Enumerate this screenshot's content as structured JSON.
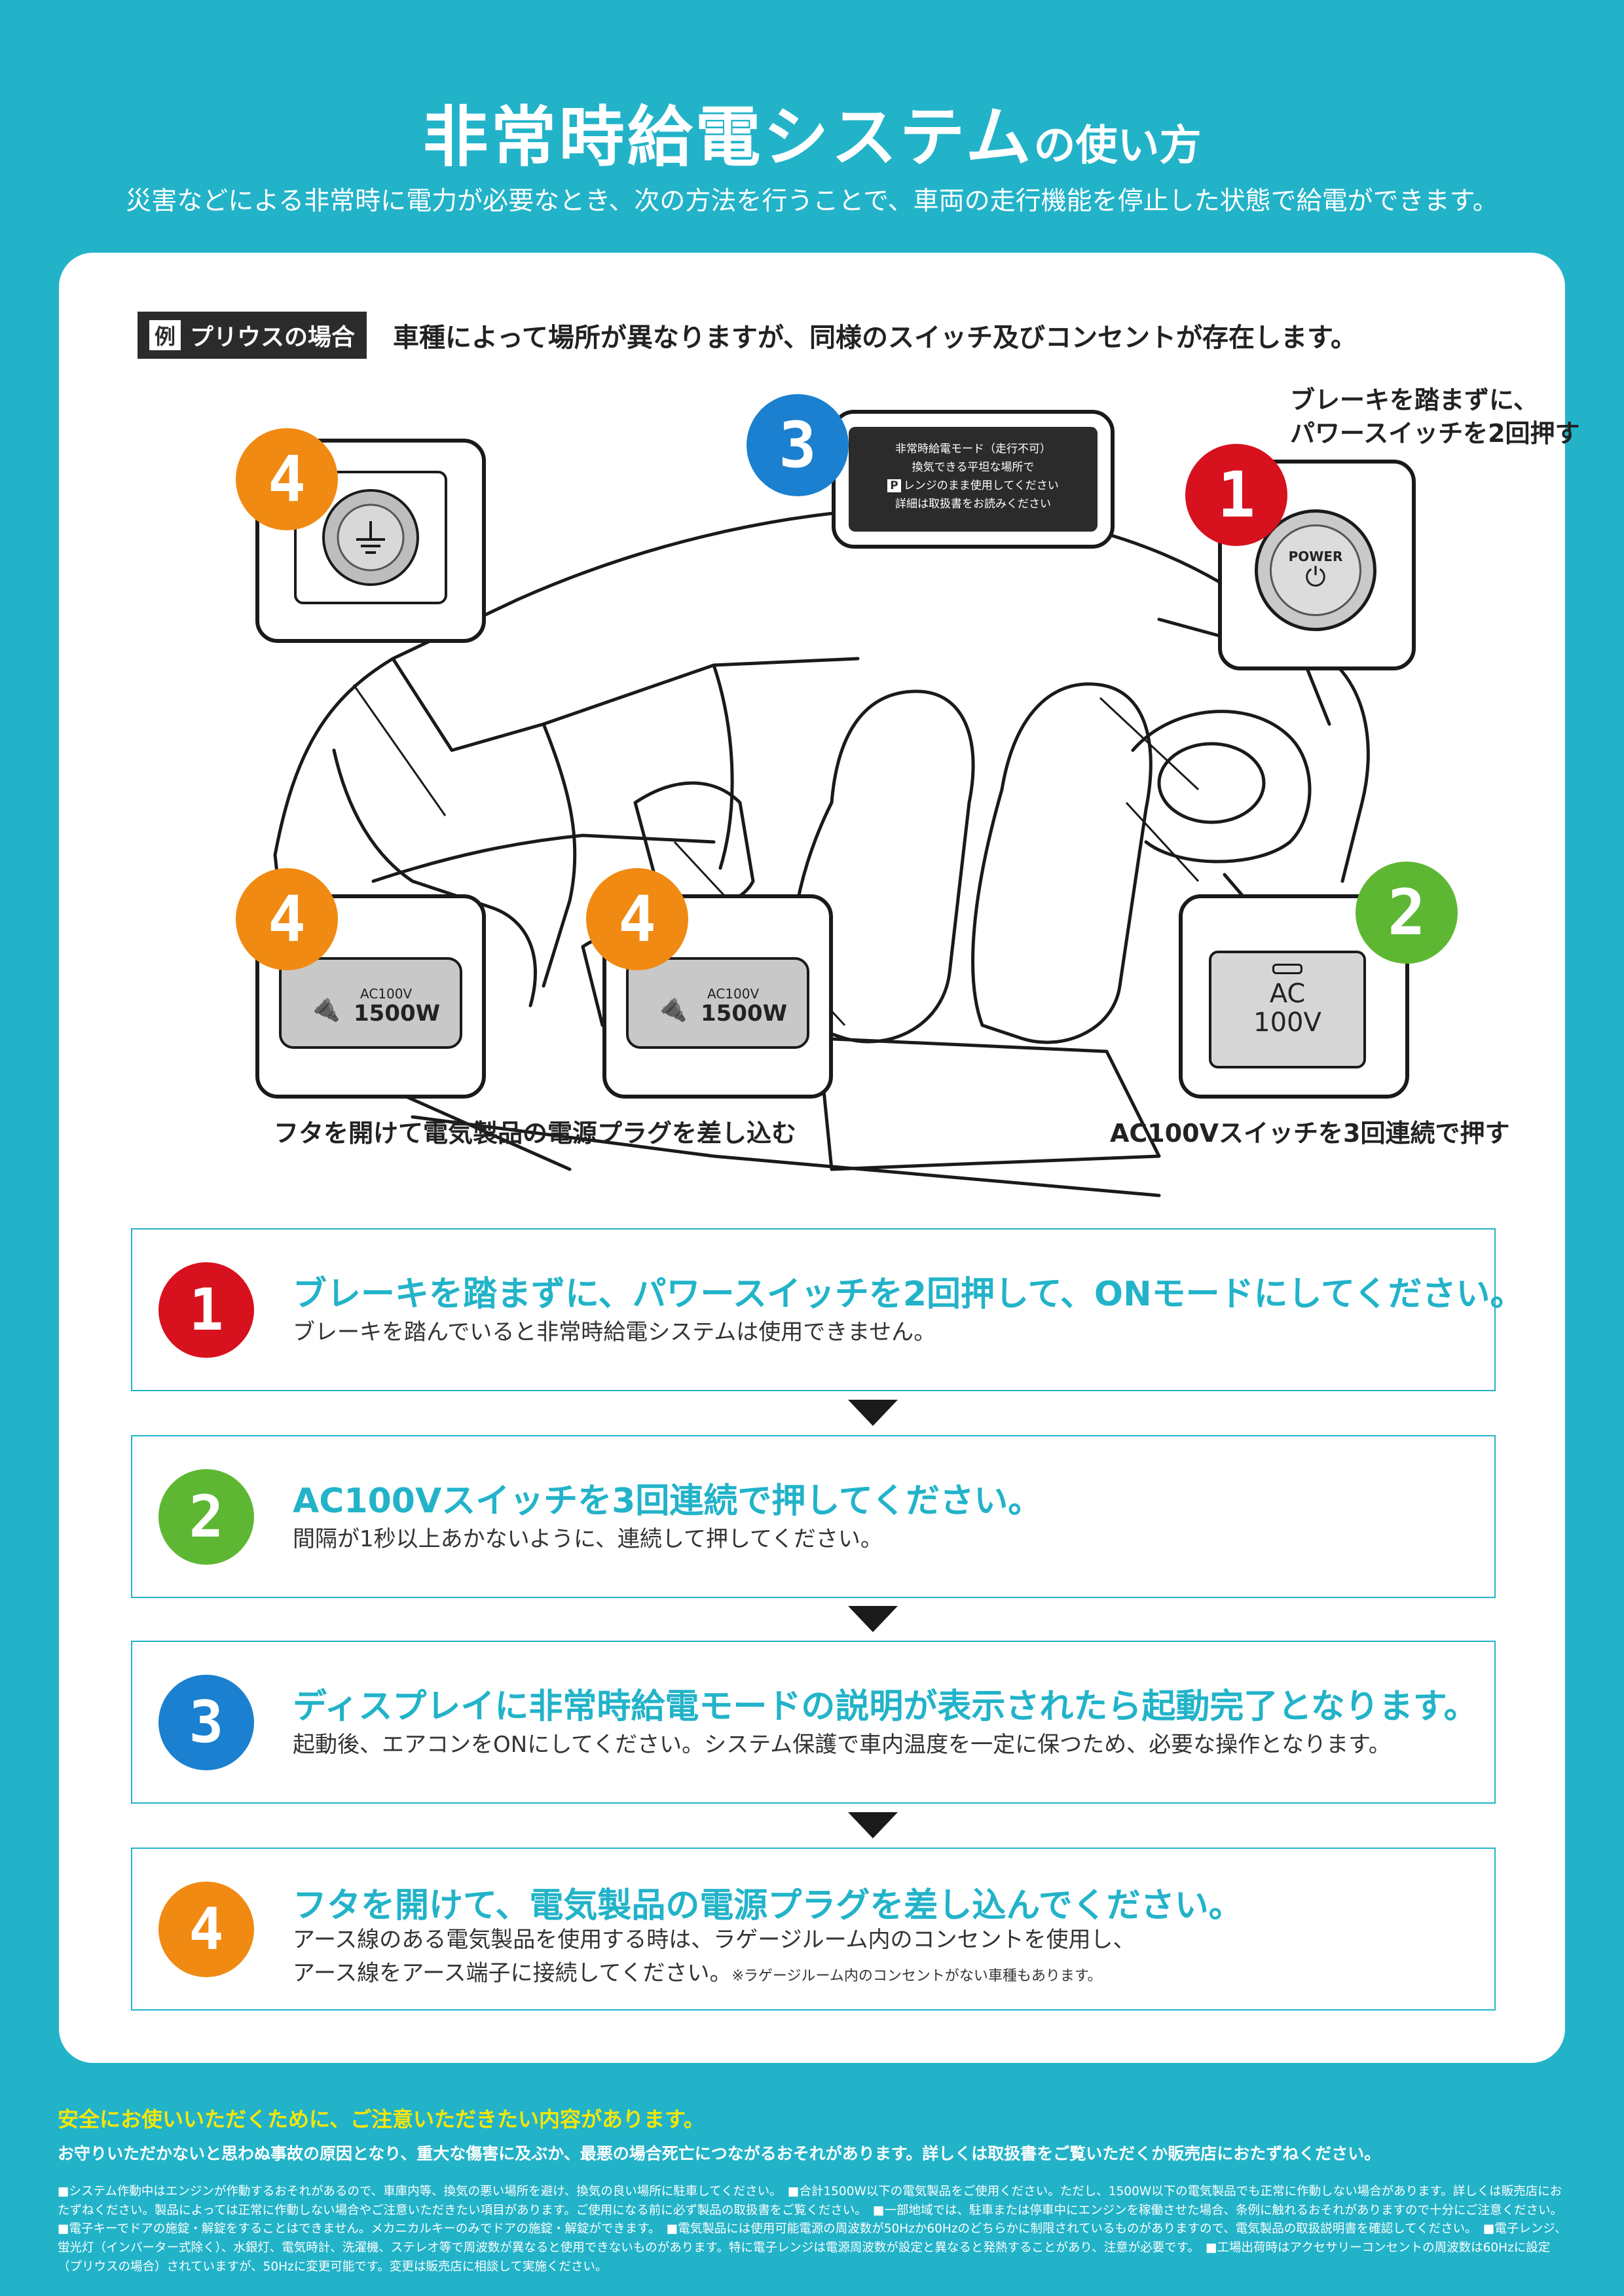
{
  "header": {
    "title_main": "非常時給電システム",
    "title_suffix": "の使い方",
    "subtitle": "災害などによる非常時に電力が必要なとき、次の方法を行うことで、車両の走行機能を停止した状態で給電ができます。"
  },
  "example": {
    "tag_prefix": "例",
    "tag_label": "プリウスの場合",
    "note": "車種によって場所が異なりますが、同様のスイッチ及びコンセントが存在します。"
  },
  "figure": {
    "callout1_text_line1": "ブレーキを踏まずに、",
    "callout1_text_line2": "パワースイッチを2回押す",
    "power_label": "POWER",
    "display_lines": [
      "非常時給電モード（走行不可）",
      "換気できる平坦な場所で",
      "レンジのまま使用してください",
      "詳細は取扱書をお読みください"
    ],
    "display_p": "P",
    "outlet_small": "AC100V",
    "outlet_big": "1500W",
    "switch_line1": "AC",
    "switch_line2": "100V",
    "caption_left": "フタを開けて電気製品の電源プラグを差し込む",
    "caption_right": "AC100Vスイッチを3回連続で押す"
  },
  "badges": [
    "1",
    "2",
    "3",
    "4"
  ],
  "steps": [
    {
      "num": "1",
      "head": "ブレーキを踏まずに、パワースイッチを2回押して、ONモードにしてください。",
      "body": "ブレーキを踏んでいると非常時給電システムは使用できません。"
    },
    {
      "num": "2",
      "head": "AC100Vスイッチを3回連続で押してください。",
      "body": "間隔が1秒以上あかないように、連続して押してください。"
    },
    {
      "num": "3",
      "head": "ディスプレイに非常時給電モードの説明が表示されたら起動完了となります。",
      "body": "起動後、エアコンをONにしてください。システム保護で車内温度を一定に保つため、必要な操作となります。"
    },
    {
      "num": "4",
      "head": "フタを開けて、電気製品の電源プラグを差し込んでください。",
      "body_line1": "アース線のある電気製品を使用する時は、ラゲージルーム内のコンセントを使用し、",
      "body_line2": "アース線をアース端子に接続してください。",
      "body_note": "※ラゲージルーム内のコンセントがない車種もあります。"
    }
  ],
  "footer": {
    "warning": "安全にお使いいただくために、ご注意いただきたい内容があります。",
    "lead": "お守りいただかないと思わぬ事故の原因となり、重大な傷害に及ぶか、最悪の場合死亡につながるおそれがあります。詳しくは取扱書をご覧いただくか販売店におたずねください。",
    "fine": "■システム作動中はエンジンが作動するおそれがあるので、車庫内等、換気の悪い場所を避け、換気の良い場所に駐車してください。　■合計1500W以下の電気製品をご使用ください。ただし、1500W以下の電気製品でも正常に作動しない場合があります。詳しくは販売店におたずねください。製品によっては正常に作動しない場合やご注意いただきたい項目があります。ご使用になる前に必ず製品の取扱書をご覧ください。　■一部地域では、駐車または停車中にエンジンを稼働させた場合、条例に触れるおそれがありますので十分にご注意ください。　■電子キーでドアの施錠・解錠をすることはできません。メカニカルキーのみでドアの施錠・解錠ができます。　■電気製品には使用可能電源の周波数が50Hzか60Hzのどちらかに制限されているものがありますので、電気製品の取扱説明書を確認してください。　■電子レンジ、蛍光灯（インバーター式除く）、水銀灯、電気時計、洗濯機、ステレオ等で周波数が異なると使用できないものがあります。特に電子レンジは電源周波数が設定と異なると発熱することがあり、注意が必要です。　■工場出荷時はアクセサリーコンセントの周波数は60Hzに設定（プリウスの場合）されていますが、50Hzに変更可能です。変更は販売店に相談して実施ください。"
  },
  "colors": {
    "background": "#22b3c9",
    "step1": "#d7111e",
    "step2": "#5db733",
    "step3": "#1a80cf",
    "step4": "#f08a12",
    "warning": "#f5e60a"
  }
}
